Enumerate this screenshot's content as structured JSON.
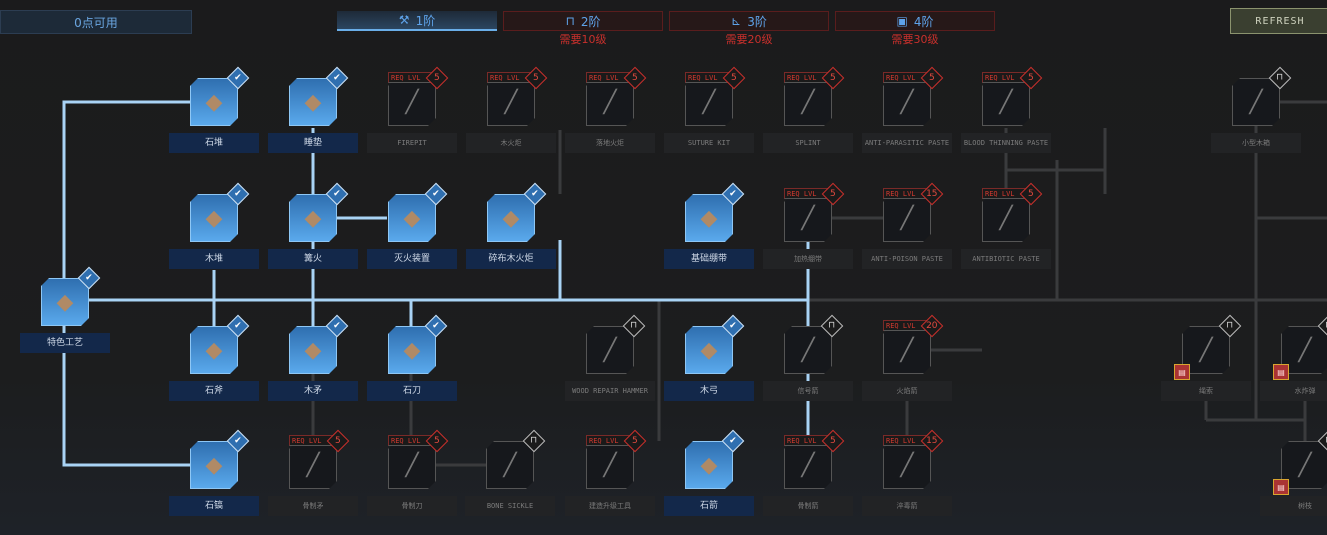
{
  "header": {
    "points_label": "0点可用",
    "refresh_label": "REFRESH",
    "tabs": [
      {
        "label": "1阶",
        "icon": "hammer-icon",
        "state": "active",
        "requirement": ""
      },
      {
        "label": "2阶",
        "icon": "workbench-icon",
        "state": "locked",
        "requirement": "需要10级"
      },
      {
        "label": "3阶",
        "icon": "anvil-icon",
        "state": "locked",
        "requirement": "需要20级"
      },
      {
        "label": "4阶",
        "icon": "machine-icon",
        "state": "locked",
        "requirement": "需要30级"
      }
    ]
  },
  "req_label": "REQ LVL",
  "colors": {
    "unlocked": "#5aa9ec",
    "required": "#c9302c",
    "accent": "#6aaee8"
  },
  "root": {
    "label": "特色工艺",
    "state": "done",
    "icon": "helmet-icon"
  },
  "nodes": [
    {
      "label": "石堆",
      "state": "done",
      "icon": "stone-pile-icon",
      "col": 0,
      "row": 0
    },
    {
      "label": "睡垫",
      "state": "done",
      "icon": "sleeping-mat-icon",
      "col": 1,
      "row": 0
    },
    {
      "label": "FIREPIT",
      "state": "req",
      "level": "5",
      "icon": "firepit-icon",
      "col": 2,
      "row": 0
    },
    {
      "label": "木火炬",
      "state": "req",
      "level": "5",
      "icon": "torch-icon",
      "col": 3,
      "row": 0
    },
    {
      "label": "落地火炬",
      "state": "req",
      "level": "5",
      "icon": "standing-torch-icon",
      "col": 4,
      "row": 0
    },
    {
      "label": "SUTURE KIT",
      "state": "req",
      "level": "5",
      "icon": "suture-kit-icon",
      "col": 5,
      "row": 0
    },
    {
      "label": "SPLINT",
      "state": "req",
      "level": "5",
      "icon": "splint-icon",
      "col": 6,
      "row": 0
    },
    {
      "label": "ANTI-PARASITIC PASTE",
      "state": "req",
      "level": "5",
      "icon": "paste-icon",
      "col": 7,
      "row": 0
    },
    {
      "label": "BLOOD THINNING PASTE",
      "state": "req",
      "level": "5",
      "icon": "paste-icon",
      "col": 8,
      "row": 0
    },
    {
      "label": "小型木箱",
      "state": "locked",
      "icon": "wooden-box-icon",
      "col": 9,
      "row": 0
    },
    {
      "label": "木堆",
      "state": "done",
      "icon": "wood-pile-icon",
      "col": 0,
      "row": 1
    },
    {
      "label": "篝火",
      "state": "done",
      "icon": "campfire-icon",
      "col": 1,
      "row": 1
    },
    {
      "label": "灭火装置",
      "state": "done",
      "icon": "extinguisher-icon",
      "col": 2,
      "row": 1
    },
    {
      "label": "碎布木火炬",
      "state": "done",
      "icon": "rag-torch-icon",
      "col": 3,
      "row": 1
    },
    {
      "label": "基础绷带",
      "state": "done",
      "icon": "bandage-icon",
      "col": 5,
      "row": 1
    },
    {
      "label": "加热绷带",
      "state": "req",
      "level": "5",
      "icon": "heated-bandage-icon",
      "col": 6,
      "row": 1
    },
    {
      "label": "ANTI-POISON PASTE",
      "state": "req",
      "level": "15",
      "icon": "paste-icon",
      "col": 7,
      "row": 1
    },
    {
      "label": "ANTIBIOTIC PASTE",
      "state": "req",
      "level": "5",
      "icon": "paste-icon",
      "col": 8,
      "row": 1
    },
    {
      "label": "石斧",
      "state": "done",
      "icon": "stone-axe-icon",
      "col": 0,
      "row": 2
    },
    {
      "label": "木矛",
      "state": "done",
      "icon": "wooden-spear-icon",
      "col": 1,
      "row": 2
    },
    {
      "label": "石刀",
      "state": "done",
      "icon": "stone-knife-icon",
      "col": 2,
      "row": 2
    },
    {
      "label": "WOOD REPAIR HAMMER",
      "state": "locked",
      "icon": "hammer-icon",
      "col": 4,
      "row": 2
    },
    {
      "label": "木弓",
      "state": "done",
      "icon": "bow-icon",
      "col": 5,
      "row": 2
    },
    {
      "label": "信号箭",
      "state": "locked",
      "icon": "signal-arrow-icon",
      "col": 6,
      "row": 2
    },
    {
      "label": "火焰箭",
      "state": "req",
      "level": "20",
      "icon": "fire-arrow-icon",
      "col": 7,
      "row": 2
    },
    {
      "label": "绳索",
      "state": "locked",
      "book": true,
      "icon": "rope-icon",
      "col": 9.5,
      "row": 2
    },
    {
      "label": "水炸弹",
      "state": "locked",
      "book": true,
      "icon": "water-bomb-icon",
      "col": 10.5,
      "row": 2
    },
    {
      "label": "石镐",
      "state": "done",
      "icon": "stone-pickaxe-icon",
      "col": 0,
      "row": 3
    },
    {
      "label": "骨制矛",
      "state": "req",
      "level": "5",
      "icon": "bone-spear-icon",
      "col": 1,
      "row": 3
    },
    {
      "label": "骨制刀",
      "state": "req",
      "level": "5",
      "icon": "bone-knife-icon",
      "col": 2,
      "row": 3
    },
    {
      "label": "BONE SICKLE",
      "state": "locked",
      "icon": "sickle-icon",
      "col": 3,
      "row": 3
    },
    {
      "label": "建造升级工具",
      "state": "req",
      "level": "5",
      "icon": "build-hammer-icon",
      "col": 4,
      "row": 3
    },
    {
      "label": "石箭",
      "state": "done",
      "icon": "stone-arrow-icon",
      "col": 5,
      "row": 3
    },
    {
      "label": "骨制箭",
      "state": "req",
      "level": "5",
      "icon": "bone-arrow-icon",
      "col": 6,
      "row": 3
    },
    {
      "label": "淬毒箭",
      "state": "req",
      "level": "15",
      "icon": "poison-arrow-icon",
      "col": 7,
      "row": 3
    },
    {
      "label": "树枝",
      "state": "locked",
      "book": true,
      "icon": "branch-icon",
      "col": 10.5,
      "row": 3
    }
  ]
}
